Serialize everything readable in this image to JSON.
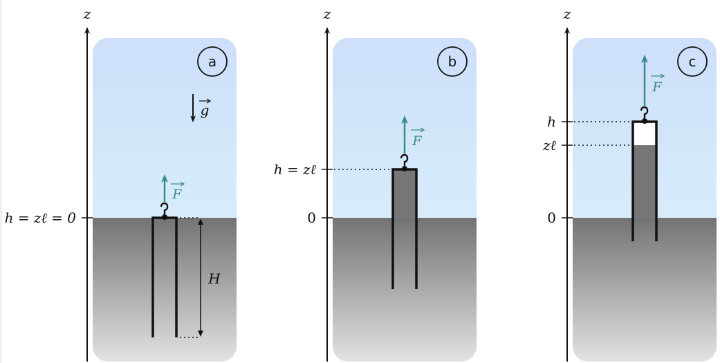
{
  "figure": {
    "colors": {
      "sky_top": "#cddffa",
      "sky_bottom": "#d6ecfb",
      "liquid_top": "#737373",
      "liquid_bottom": "#e0e0e0",
      "force": "#3a8a8a",
      "ink": "#111111"
    },
    "axis_label": "z",
    "panels": [
      {
        "id": "a",
        "badge": "a",
        "gravity_label": "g",
        "force_label": "F",
        "tick_labels": [
          {
            "text": "h = zℓ = 0"
          }
        ],
        "dimension_label": "H",
        "description": "Inverted tube fully immersed, top at liquid surface"
      },
      {
        "id": "b",
        "badge": "b",
        "force_label": "F",
        "tick_labels": [
          {
            "text": "h = zℓ"
          },
          {
            "text": "0"
          }
        ],
        "description": "Tube lifted, filled with liquid up to top"
      },
      {
        "id": "c",
        "badge": "c",
        "force_label": "F",
        "tick_labels": [
          {
            "text": "h"
          },
          {
            "text": "zℓ"
          },
          {
            "text": "0"
          }
        ],
        "description": "Tube lifted further, empty gap above liquid column"
      }
    ]
  }
}
